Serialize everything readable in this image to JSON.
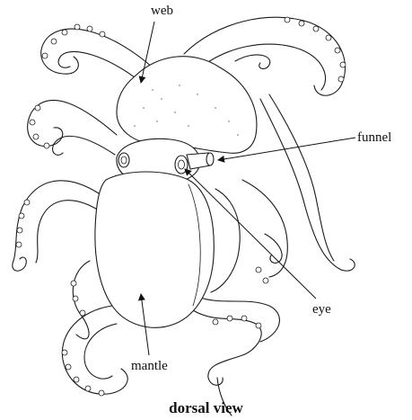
{
  "labels": {
    "web": "web",
    "funnel": "funnel",
    "eye": "eye",
    "mantle": "mantle"
  },
  "caption": "dorsal view"
}
